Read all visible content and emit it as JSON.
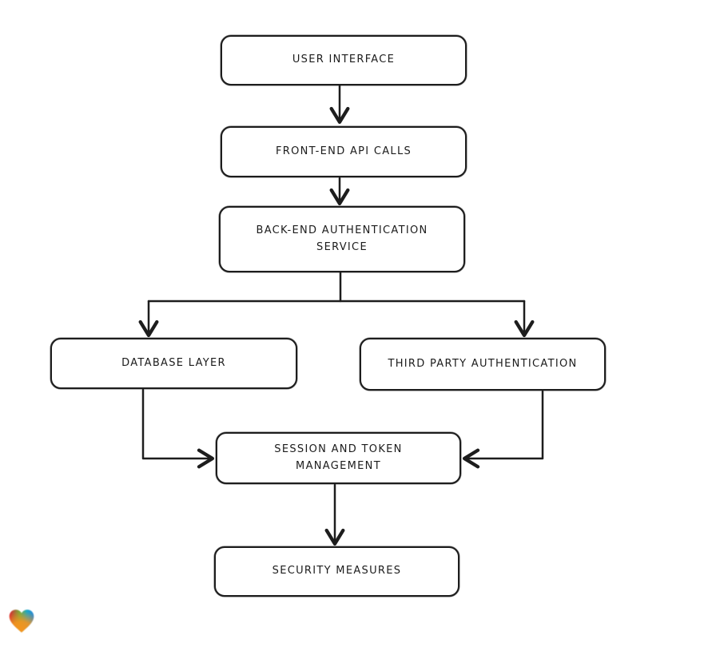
{
  "page": {
    "background": "#ffffff"
  },
  "diagram": {
    "type": "flowchart",
    "style": {
      "stroke": "#1d1d1d",
      "node_fill": "#ffffff",
      "corner_radius": 13,
      "arrowhead": "open-v"
    },
    "nodes": [
      {
        "id": "user-interface",
        "label": "USER INTERFACE"
      },
      {
        "id": "front-end-api-calls",
        "label": "FRONT-END API CALLS"
      },
      {
        "id": "back-end-authentication-service",
        "label": "BACK-END AUTHENTICATION\nSERVICE"
      },
      {
        "id": "database-layer",
        "label": "DATABASE LAYER"
      },
      {
        "id": "third-party-authentication",
        "label": "THIRD PARTY AUTHENTICATION"
      },
      {
        "id": "session-and-token-management",
        "label": "SESSION AND TOKEN\nMANAGEMENT"
      },
      {
        "id": "security-measures",
        "label": "SECURITY MEASURES"
      }
    ],
    "edges": [
      {
        "from": "user-interface",
        "to": "front-end-api-calls"
      },
      {
        "from": "front-end-api-calls",
        "to": "back-end-authentication-service"
      },
      {
        "from": "back-end-authentication-service",
        "to": "database-layer"
      },
      {
        "from": "back-end-authentication-service",
        "to": "third-party-authentication"
      },
      {
        "from": "database-layer",
        "to": "session-and-token-management"
      },
      {
        "from": "third-party-authentication",
        "to": "session-and-token-management"
      },
      {
        "from": "session-and-token-management",
        "to": "security-measures"
      }
    ]
  },
  "branding": {
    "logo_name": "gradient-heart-logo",
    "logo_colors": {
      "red": "#e02432",
      "green": "#6fae3a",
      "blue": "#2c86d6",
      "teal": "#19a8c9",
      "orange": "#f7941d"
    }
  }
}
